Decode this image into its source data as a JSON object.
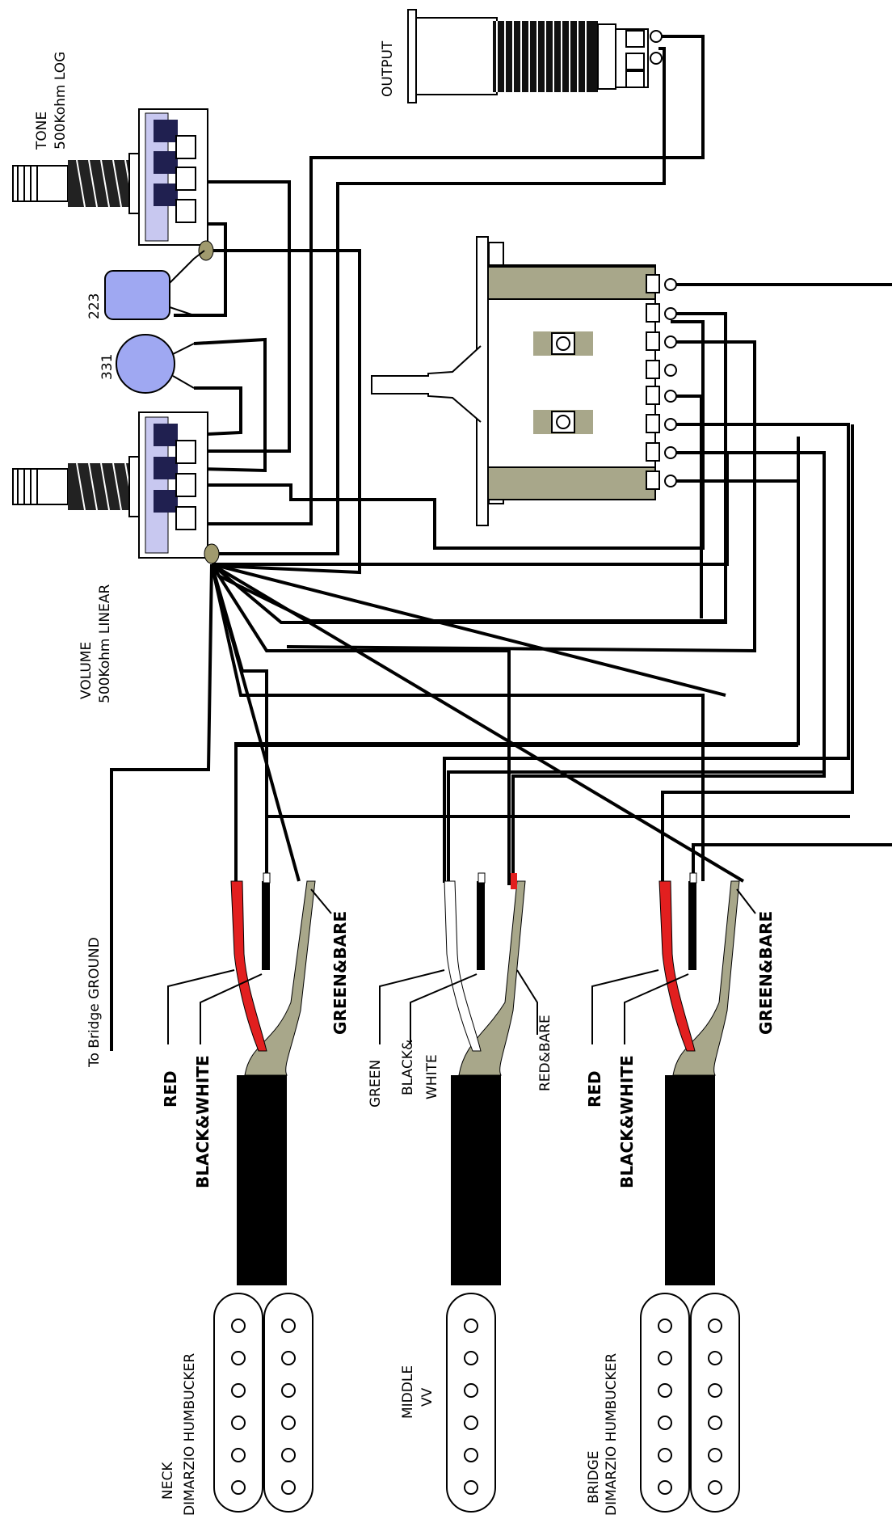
{
  "labels": {
    "tone_name": "TONE",
    "tone_value": "500Kohm LOG",
    "volume_name": "VOLUME",
    "volume_value": "500Kohm LINEAR",
    "output": "OUTPUT",
    "cap_tone": "223",
    "cap_volume": "331",
    "bridge_ground": "To Bridge GROUND",
    "neck_red": "RED",
    "neck_black_white": "BLACK&WHITE",
    "neck_green_bare": "GREEN&BARE",
    "middle_green": "GREEN",
    "middle_black": "BLACK&",
    "middle_white": "WHITE",
    "middle_red_bare": "RED&BARE",
    "bridge_red": "RED",
    "bridge_black_white": "BLACK&WHITE",
    "bridge_green_bare": "GREEN&BARE",
    "neck_name": "NECK",
    "neck_model": "DIMARZIO HUMBUCKER",
    "middle_name": "MIDDLE",
    "middle_model": "VV",
    "bridge_name": "BRIDGE",
    "bridge_model": "DIMARZIO HUMBUCKER"
  },
  "colors": {
    "pot_body": "#ffffff",
    "pot_shaft": "#222222",
    "pot_lug": "#202050",
    "capacitor": "#9fa8f2",
    "switch_body": "#a8a78a",
    "solder": "#a09a6e",
    "red_wire": "#e21f1f",
    "cable": "#000000",
    "cable_sleeve": "#a8a78a",
    "wire": "#000000"
  },
  "icons": {
    "tone_pot": "potentiometer-icon",
    "volume_pot": "potentiometer-icon",
    "output_jack": "jack-icon",
    "switch": "5-way-switch-icon",
    "humbucker": "humbucker-pickup-icon",
    "single_coil": "single-coil-pickup-icon"
  }
}
